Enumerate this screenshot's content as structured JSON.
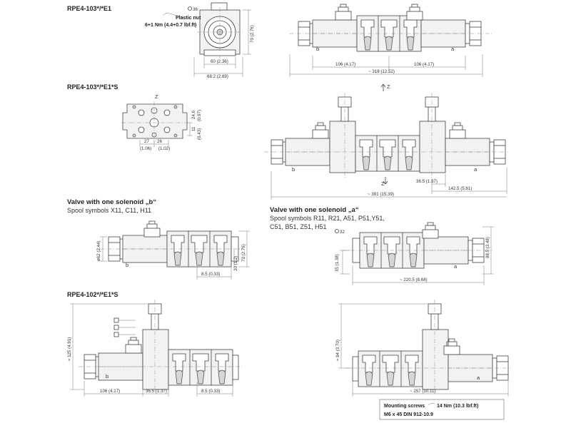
{
  "views": {
    "e1_title": "RPE4-103*/*E1",
    "e1s_title": "RPE4-103*/*E1*S",
    "one_b_title": "Valve with one solenoid „b“",
    "one_b_symbols": "Spool symbols X11, C11, H11",
    "one_a_title": "Valve with one solenoid „a“",
    "one_a_symbols_1": "Spool symbols R11, R21, A51, P51,Y51,",
    "one_a_symbols_2": "C51, B51, Z51, H51",
    "e102_title": "RPE4-102*/*E1*S"
  },
  "notes": {
    "plastic_nut": "Plastic nut",
    "nut_torque": "6+1 Nm (4.4+0.7 lbf.ft)",
    "wrench_36": "36",
    "wrench_32": "32",
    "mount_screws": "Mounting screws",
    "mount_torque": "14 Nm (10.3 lbf.ft)",
    "mount_spec": "M6 x 45 DIN 912-10.9"
  },
  "labels": {
    "a": "a",
    "b": "b",
    "z": "Z"
  },
  "dims": {
    "d60": "60 (2.36)",
    "d68": "68.2 (2.69)",
    "d70": "70 (2.76)",
    "d106": "106 (4.17)",
    "d318": "~ 318 (12.52)",
    "d24": "24.6",
    "d097": "(0.97)",
    "d11": "11",
    "d043": "(0.43)",
    "d27": "27",
    "d26": "26",
    "d106s": "(1.06)",
    "d102": "(1.02)",
    "d365": "36.5 (1.37)",
    "d1425": "142.5 (5.61)",
    "d391": "~ 391 (15.39)",
    "d62": "ø62 (2.44)",
    "d30": "30 (1.2)",
    "d85": "8.5 (0.33)",
    "d885": "88.5 (3.48)",
    "d35": "35 (1.38)",
    "d2205": "~ 220.5 (8.68)",
    "d125": "≈ 125 (4.91)",
    "d94": "≈ 94 (3.70)",
    "d257": "~ 257 (10.11)"
  }
}
